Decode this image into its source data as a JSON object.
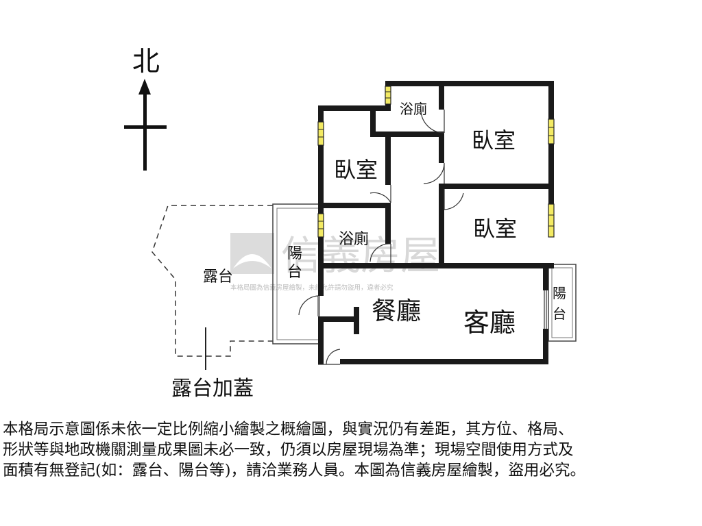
{
  "compass": {
    "label": "北"
  },
  "rooms": {
    "bath_top": "浴廁",
    "bedroom_top_right": "臥室",
    "bedroom_left": "臥室",
    "bedroom_right": "臥室",
    "bath_left": "浴廁",
    "balcony_left_line1": "陽",
    "balcony_left_line2": "台",
    "terrace": "露台",
    "dining": "餐廳",
    "living": "客廳",
    "balcony_right_line1": "陽",
    "balcony_right_line2": "台",
    "terrace_enclosed": "露台加蓋"
  },
  "watermark": {
    "brand": "信義房屋",
    "notice": "本格局圖為信義房屋繪製，未經允許請勿盜用，違者必究"
  },
  "disclaimer": {
    "line1": "本格局示意圖係未依一定比例縮小繪製之概繪圖，與實況仍有差距，其方位、格局、",
    "line2": "形狀等與地政機關測量成果圖未必一致，仍須以房屋現場為準；現場空間使用方式及",
    "line3": "面積有無登記(如：露台、陽台等)，請洽業務人員。本圖為信義房屋繪製，盜用必究。"
  },
  "colors": {
    "wall": "#1a1a1a",
    "window": "#f3ea63",
    "watermark": "#d9d9d9"
  }
}
